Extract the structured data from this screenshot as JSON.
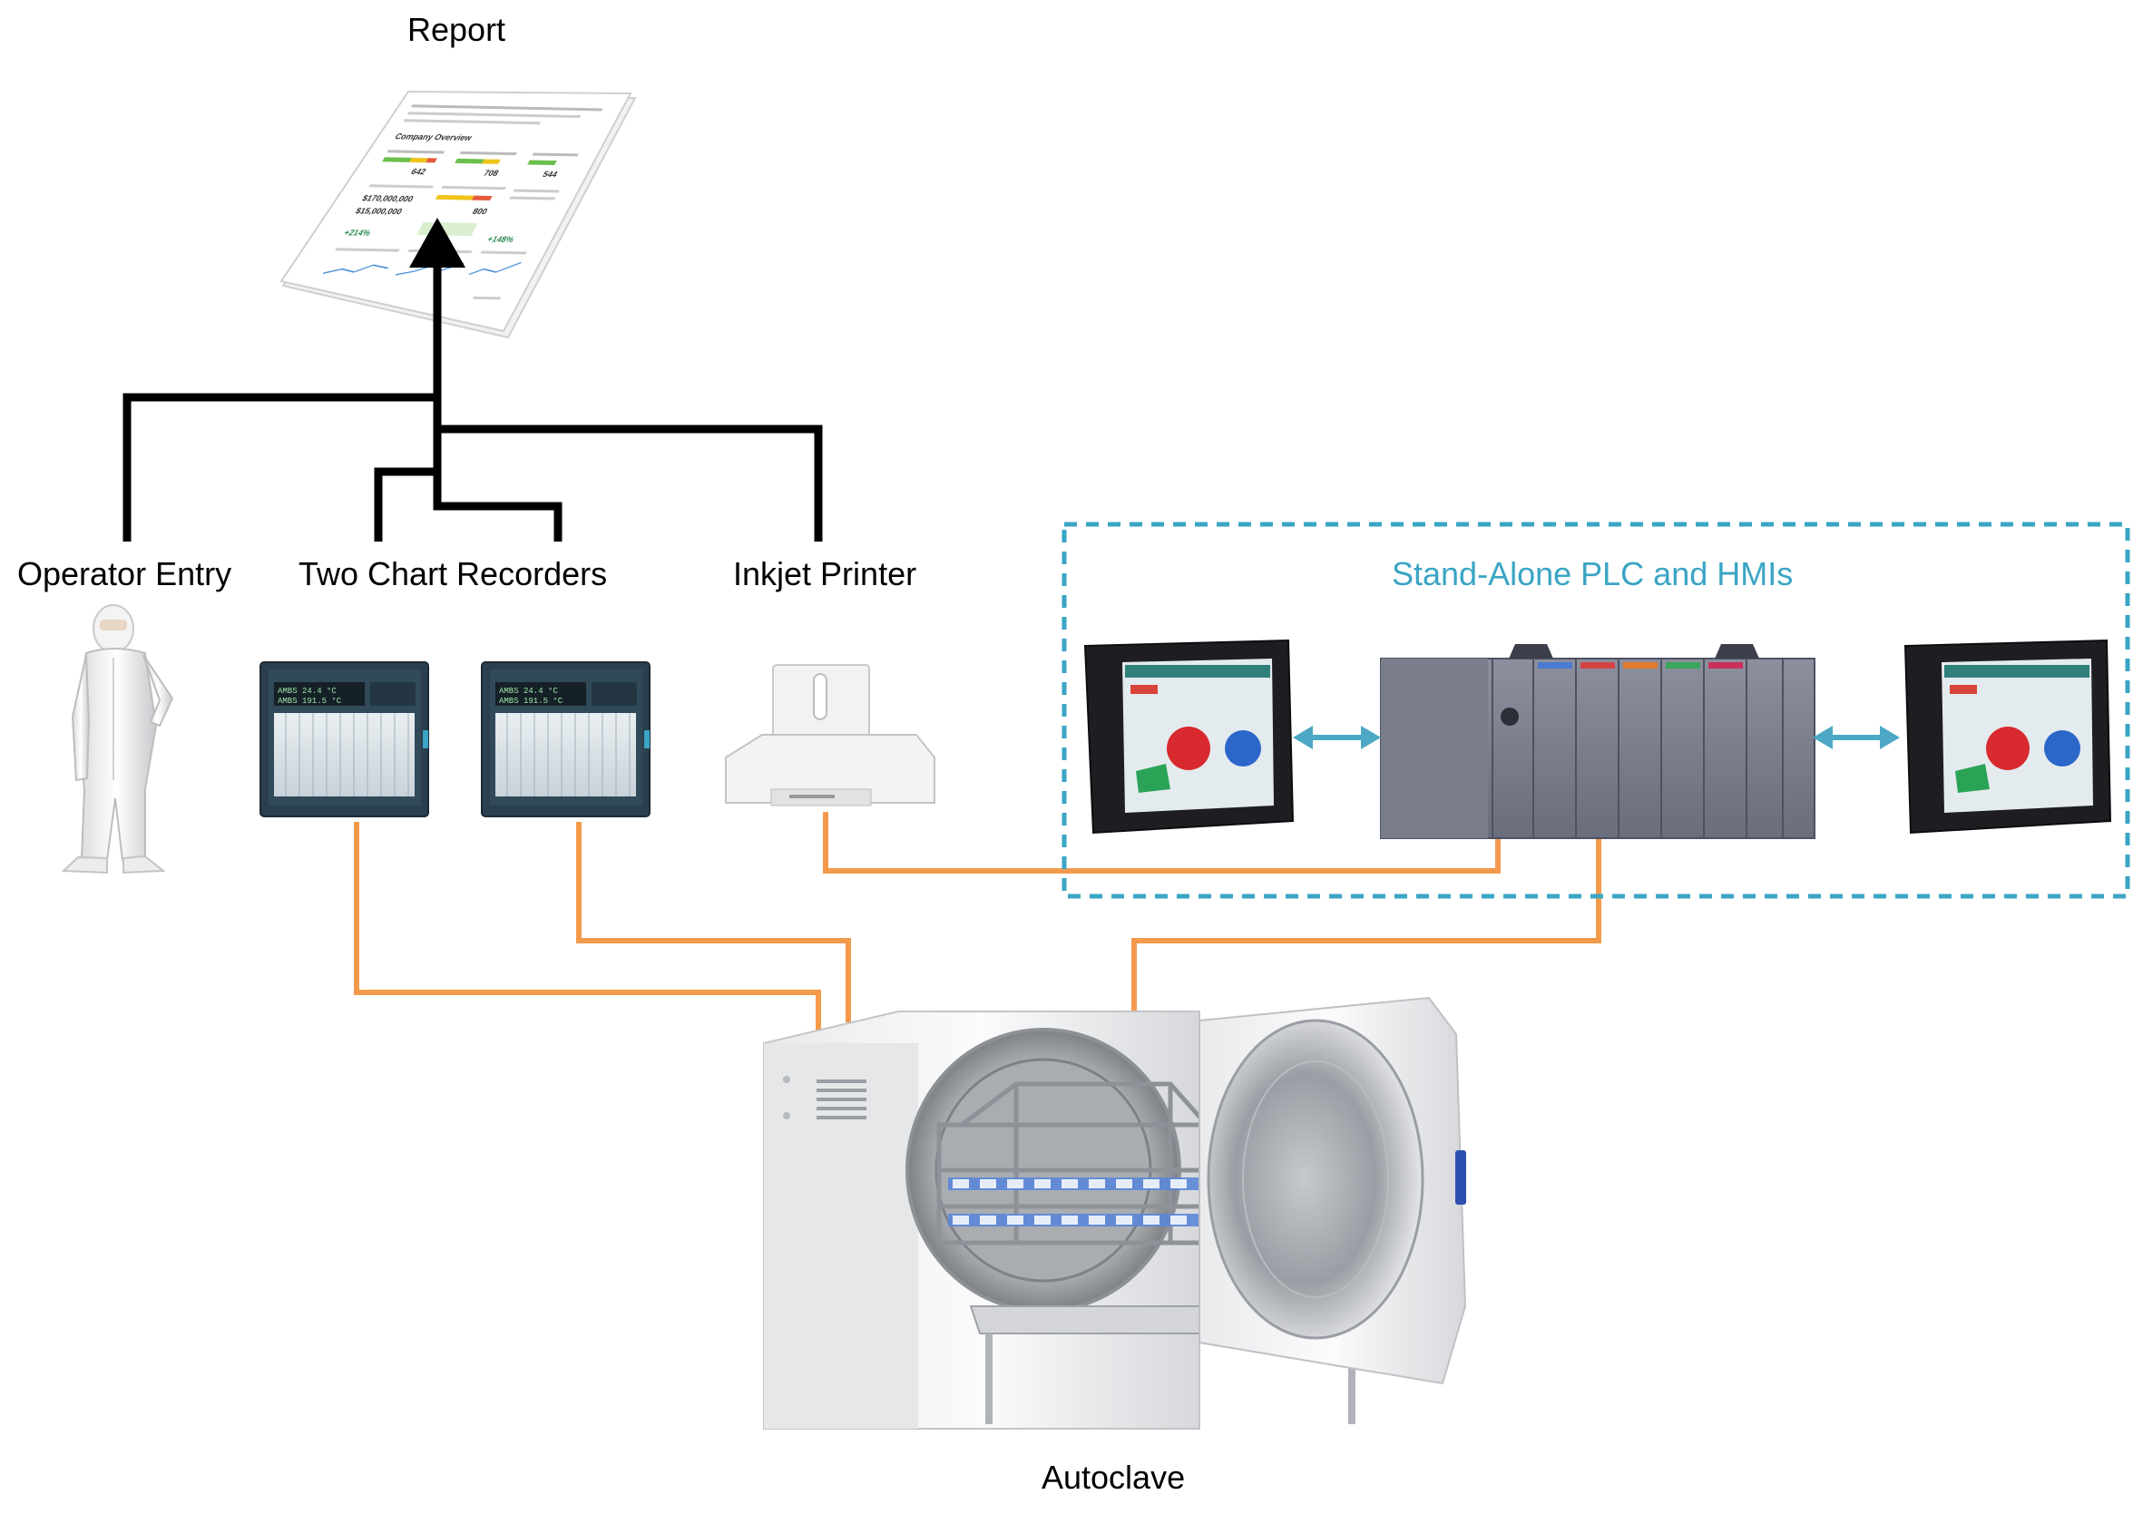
{
  "labels": {
    "report": "Report",
    "operator_entry": "Operator Entry",
    "chart_recorders": "Two Chart Recorders",
    "inkjet_printer": "Inkjet Printer",
    "plc_group": "Stand-Alone PLC and HMIs",
    "autoclave": "Autoclave"
  },
  "report_doc": {
    "heading": "Company Overview",
    "values": [
      "642",
      "708",
      "544",
      "$170,000,000",
      "$15,000,000",
      "800",
      "+214%",
      "+148%"
    ]
  },
  "chart_recorder_display": {
    "line1": "AMBS 24.4 °C",
    "line2": "AMBS 191.5 °C"
  },
  "colors": {
    "flow_line": "#000000",
    "connection_line": "#f39a4c",
    "plc_link": "#4ca8c4",
    "plc_boundary": "#3aa5c4"
  },
  "icons": [
    "report-document-icon",
    "operator-cleanroom-icon",
    "chart-recorder-icon",
    "inkjet-printer-icon",
    "hmi-panel-icon",
    "plc-rack-icon",
    "autoclave-icon"
  ]
}
